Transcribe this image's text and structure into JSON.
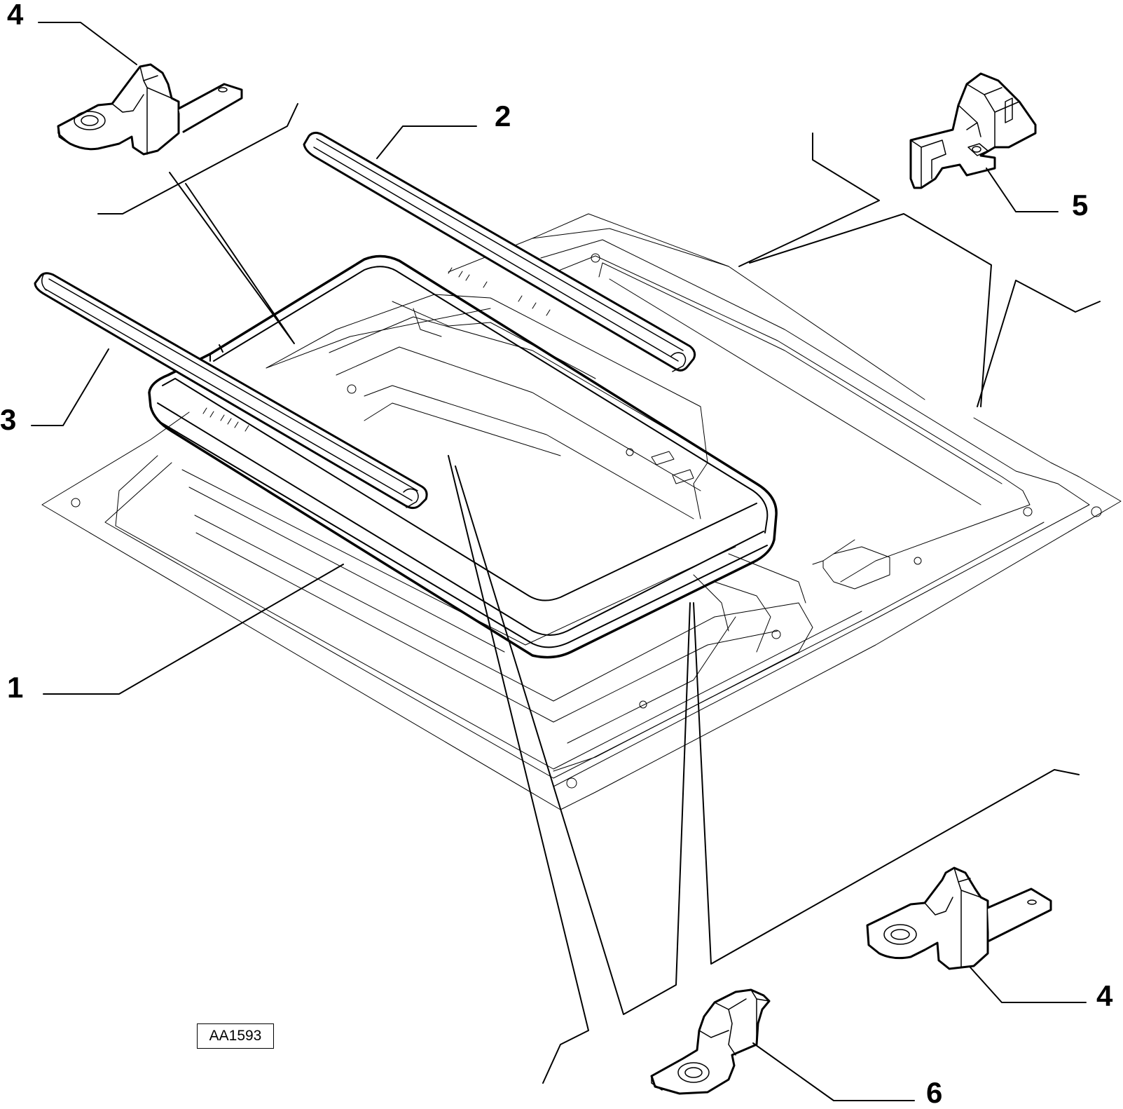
{
  "diagram": {
    "code": "AA1593",
    "callouts": [
      {
        "id": "c1",
        "label": "1"
      },
      {
        "id": "c2",
        "label": "2"
      },
      {
        "id": "c3",
        "label": "3"
      },
      {
        "id": "c4a",
        "label": "4"
      },
      {
        "id": "c4b",
        "label": "4"
      },
      {
        "id": "c5",
        "label": "5"
      },
      {
        "id": "c6",
        "label": "6"
      }
    ]
  }
}
